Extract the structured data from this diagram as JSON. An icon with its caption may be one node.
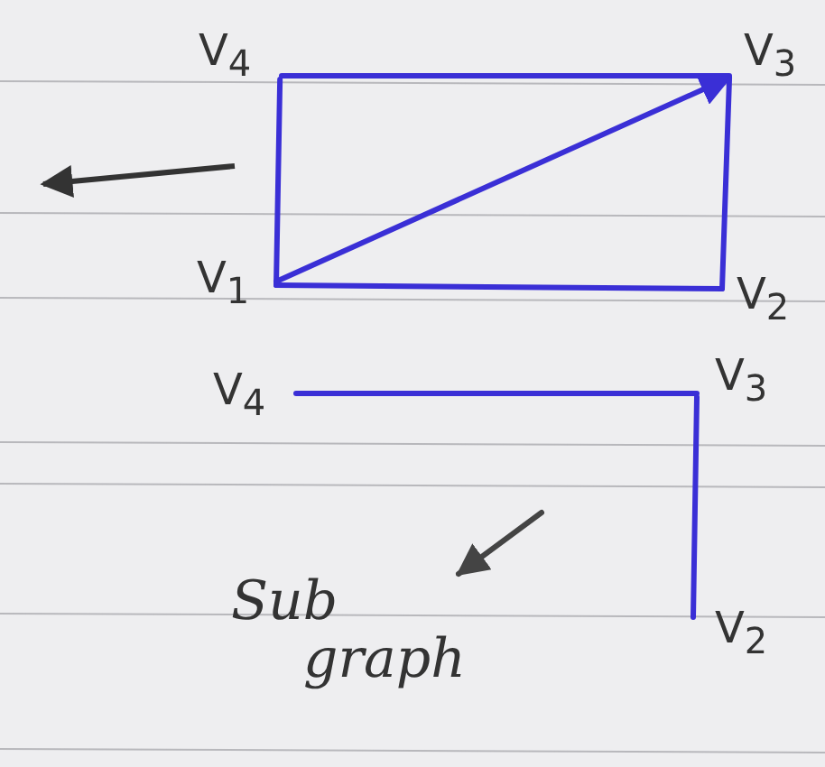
{
  "diagram": {
    "nodes": [
      {
        "text": [
          "V$_{4}$"
        ]
      },
      {
        "text": [
          "V$_{3}$"
        ]
      },
      {
        "text": [
          "V$_{1}$"
        ]
      },
      {
        "text": [
          "V$_{2}$"
        ]
      },
      {
        "text": [
          "V$_{4}$"
        ]
      },
      {
        "text": [
          "V$_{3}$"
        ]
      },
      {
        "text": [
          "V$_{2}$"
        ]
      },
      {
        "text": [
          "Sub graph"
        ]
      }
    ],
    "edges": [
      {
        "from": 0,
        "to": 1,
        "arrow": "none"
      },
      {
        "from": 0,
        "to": 2,
        "arrow": "none"
      },
      {
        "from": 2,
        "to": 3,
        "arrow": "none"
      },
      {
        "from": 2,
        "to": 1,
        "arrow": "to"
      },
      {
        "from": 1,
        "to": 3,
        "arrow": "none"
      },
      {
        "from": 4,
        "to": 5,
        "arrow": "none"
      },
      {
        "from": 5,
        "to": 6,
        "arrow": "none"
      },
      {
        "from": null,
        "to": 7,
        "arrow": "to",
        "color": "#444444"
      }
    ]
  }
}
